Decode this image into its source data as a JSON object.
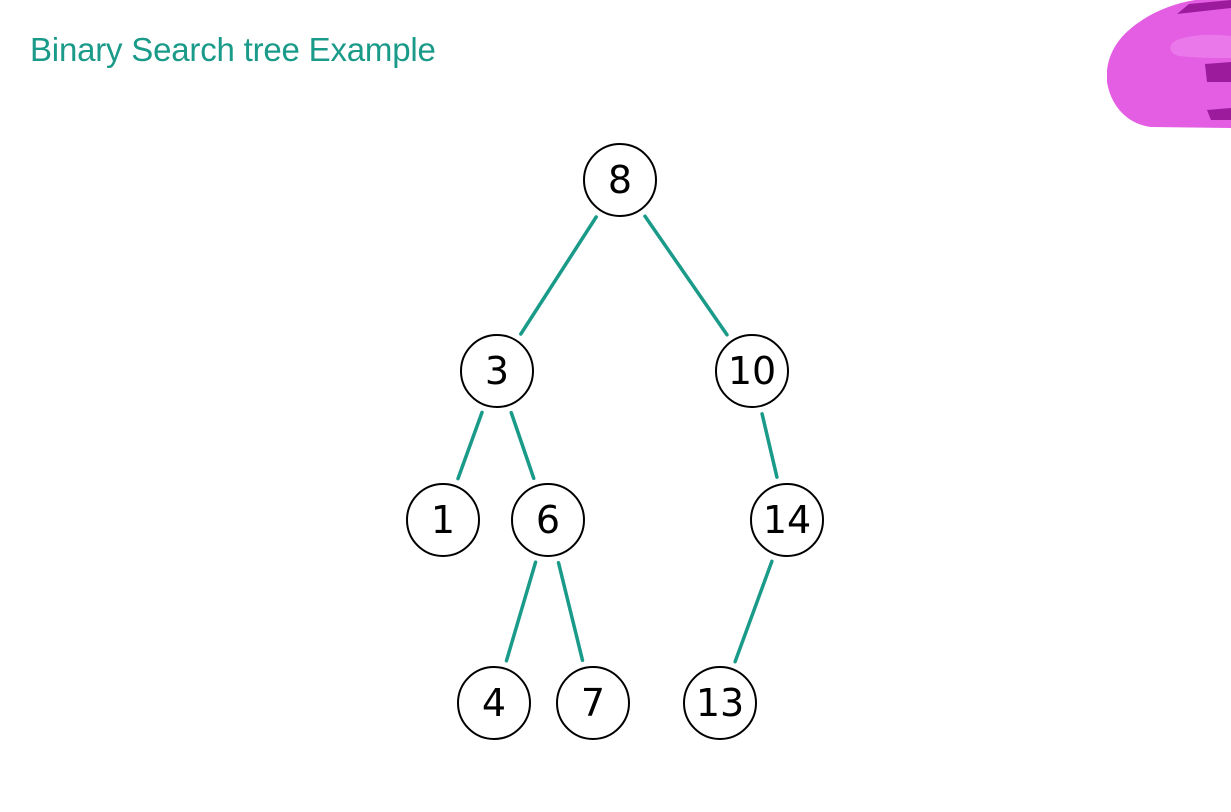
{
  "title": "Binary Search tree Example",
  "colors": {
    "title": "#1a9a88",
    "edge": "#1a9a88",
    "node_stroke": "#000000",
    "mark_light": "#f08bf0",
    "mark_mid": "#e35ee3",
    "mark_dark": "#9c1a9c"
  },
  "tree": {
    "nodes": [
      {
        "id": "n8",
        "label": "8"
      },
      {
        "id": "n3",
        "label": "3"
      },
      {
        "id": "n10",
        "label": "10"
      },
      {
        "id": "n1",
        "label": "1"
      },
      {
        "id": "n6",
        "label": "6"
      },
      {
        "id": "n14",
        "label": "14"
      },
      {
        "id": "n4",
        "label": "4"
      },
      {
        "id": "n7",
        "label": "7"
      },
      {
        "id": "n13",
        "label": "13"
      }
    ],
    "edges": [
      {
        "from": "n8",
        "to": "n3"
      },
      {
        "from": "n8",
        "to": "n10"
      },
      {
        "from": "n3",
        "to": "n1"
      },
      {
        "from": "n3",
        "to": "n6"
      },
      {
        "from": "n10",
        "to": "n14"
      },
      {
        "from": "n6",
        "to": "n4"
      },
      {
        "from": "n6",
        "to": "n7"
      },
      {
        "from": "n14",
        "to": "n13"
      }
    ]
  },
  "logo_icon": "pink-hand-logo"
}
